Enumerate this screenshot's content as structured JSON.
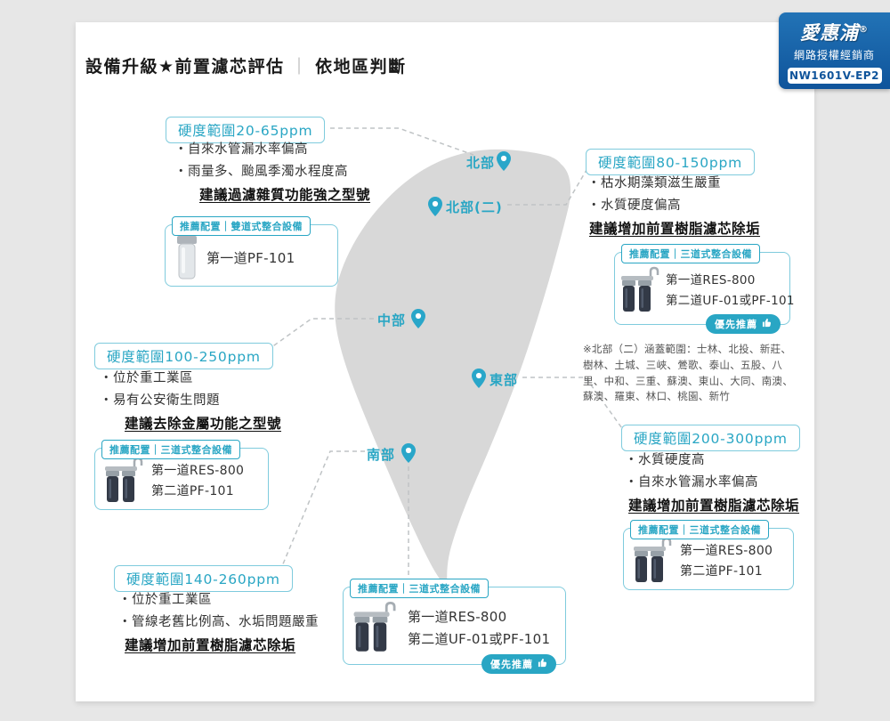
{
  "title": {
    "main": "設備升級★前置濾芯評估",
    "divider": "｜",
    "sub": "依地區判斷"
  },
  "badge": {
    "brand": "愛惠浦",
    "registered": "®",
    "subtitle": "網路授權經銷商",
    "model_code": "NW1601V-EP2"
  },
  "labels": {
    "priority": "優先推薦"
  },
  "map": {
    "pins": [
      {
        "label": "北部"
      },
      {
        "label": "北部(二)"
      },
      {
        "label": "中部"
      },
      {
        "label": "東部"
      },
      {
        "label": "南部"
      }
    ],
    "note": "※北部（二）涵蓋範圍：士林、北投、新莊、樹林、土城、三峽、鶯歌、泰山、五股、八里、中和、三重、蘇澳、東山、大同、南澳、蘇澳、羅東、林口、桃園、新竹"
  },
  "groups": [
    {
      "region": "北部",
      "range": "硬度範圍20-65ppm",
      "bullets": [
        "自來水管漏水率偏高",
        "雨量多、颱風季濁水程度高"
      ],
      "advice": "建議過濾雜質功能強之型號",
      "rec": {
        "header": "推薦配置｜雙道式整合設備",
        "lines": [
          "第一道PF-101"
        ],
        "priority": false
      }
    },
    {
      "region": "北部(二)",
      "range": "硬度範圍80-150ppm",
      "bullets": [
        "枯水期藻類滋生嚴重",
        "水質硬度偏高"
      ],
      "advice": "建議增加前置樹脂濾芯除垢",
      "rec": {
        "header": "推薦配置｜三道式整合設備",
        "lines": [
          "第一道RES-800",
          "第二道UF-01或PF-101"
        ],
        "priority": true
      }
    },
    {
      "region": "中部",
      "range": "硬度範圍100-250ppm",
      "bullets": [
        "位於重工業區",
        "易有公安衛生問題"
      ],
      "advice": "建議去除金屬功能之型號",
      "rec": {
        "header": "推薦配置｜三道式整合設備",
        "lines": [
          "第一道RES-800",
          "第二道PF-101"
        ],
        "priority": false
      }
    },
    {
      "region": "東部",
      "range": "硬度範圍200-300ppm",
      "bullets": [
        "水質硬度高",
        "自來水管漏水率偏高"
      ],
      "advice": "建議增加前置樹脂濾芯除垢",
      "rec": {
        "header": "推薦配置｜三道式整合設備",
        "lines": [
          "第一道RES-800",
          "第二道PF-101"
        ],
        "priority": false
      }
    },
    {
      "region": "南部",
      "range": "硬度範圍140-260ppm",
      "bullets": [
        "位於重工業區",
        "管線老舊比例高、水垢問題嚴重"
      ],
      "advice": "建議增加前置樹脂濾芯除垢",
      "rec": {
        "header": "推薦配置｜三道式整合設備",
        "lines": [
          "第一道RES-800",
          "第二道UF-01或PF-101"
        ],
        "priority": true
      }
    }
  ],
  "colors": {
    "accent_teal": "#29a6c4",
    "badge_blue": "#0f549b",
    "map_gray": "#d8d8d8"
  }
}
